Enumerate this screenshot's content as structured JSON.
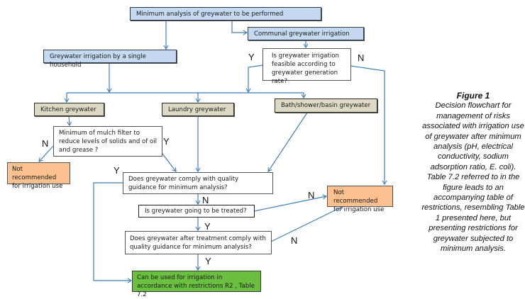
{
  "flowchart": {
    "nodes": {
      "min_analysis": "Minimum analysis of greywater to be performed",
      "communal": "Communal greywater irrigation",
      "single_household": "Greywater irrigation by a single household",
      "feasible_q": "Is greywater irrigation feasible according to greywater generation rate?",
      "kitchen": "Kitchen greywater",
      "laundry": "Laundry greywater",
      "bath": "Bath/shower/basin greywater",
      "mulch_q": "Minimum of mulch filter to reduce  levels of solids and of oil and grease ?",
      "not_recommended_left": "Not recommended for irrigation use",
      "comply_q": "Does greywater comply with quality guidance for minimum analysis?",
      "treated_q": "Is greywater going to be treated?",
      "after_treatment_q": "Does greywater after treatment comply with quality guidance for minimum analysis?",
      "not_recommended_right": "Not recommended for irrigation use",
      "can_be_used": "Can be used for irrigation in accordance with restrictions  R2 , Table 7.2"
    },
    "edge_labels": {
      "feasible_yes": "Y",
      "feasible_no": "N",
      "mulch_no": "N",
      "mulch_yes": "Y",
      "comply_yes": "Y",
      "comply_no": "N",
      "treated_no": "N",
      "treated_yes": "Y",
      "after_no": "N",
      "after_yes": "Y"
    },
    "colors": {
      "category_fill": "#c5d9f1",
      "source_fill": "#ddd9c4",
      "reject_fill": "#fac090",
      "accept_fill": "#6abf3e",
      "connector": "#3d7fc0"
    }
  },
  "caption": {
    "title": "Figure 1",
    "body": "Decision flowchart for management of risks associated with irrigation use of greywater after minimum analysis (pH, electrical conductivity, sodium adsorption ratio, E. coli). Table 7.2 referred to in the figure leads to an accompanying table of restrictions, resembling Table 1 presented here, but presenting restrictions for greywater subjected to minimum analysis."
  }
}
